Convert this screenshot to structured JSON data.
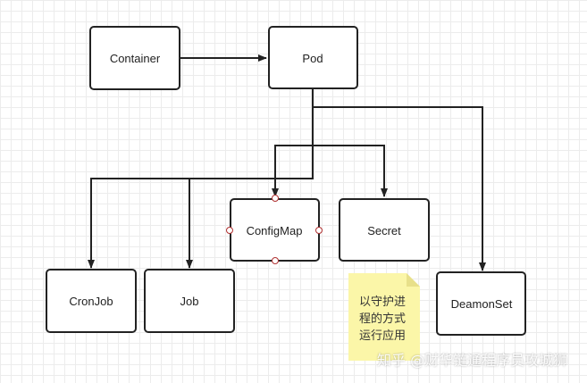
{
  "nodes": {
    "container": "Container",
    "pod": "Pod",
    "configmap": "ConfigMap",
    "secret": "Secret",
    "cronjob": "CronJob",
    "job": "Job",
    "daemonset": "DeamonSet"
  },
  "note": {
    "lines": [
      "以守护进",
      "程的方式",
      "运行应用"
    ],
    "color": "#fbf6a8"
  },
  "watermark": "知乎 @财华链通程序员攻城狮",
  "colors": {
    "stroke": "#222222",
    "handle": "#b03030"
  }
}
